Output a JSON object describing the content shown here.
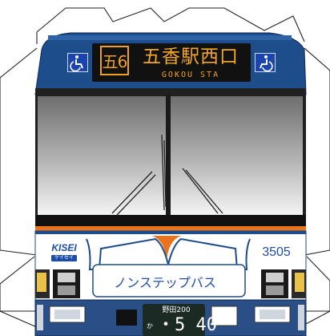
{
  "destination_sign": {
    "route_number": "五6",
    "name_ja": "五香駅西口",
    "name_romaji": "GOKOU STA"
  },
  "fleet_number": "3505",
  "operator_logo": {
    "text": "KISEI",
    "subtext": "ケイセイ"
  },
  "side_label": "ノンステップバス",
  "license_plate": {
    "region": "野田200",
    "kana": "か",
    "number": "・5 40"
  },
  "colors": {
    "roof_blue": "#1e4d8c",
    "orange_stripe": "#e8741e",
    "body_white": "#ffffff",
    "bumper_blue": "#2a4f86",
    "sign_amber": "#f5a623",
    "wheelchair_blue": "#1a45b0"
  },
  "icons": [
    "wheelchair-icon",
    "wheelchair-icon",
    "headlight-icon",
    "turn-signal-icon",
    "wiper"
  ]
}
